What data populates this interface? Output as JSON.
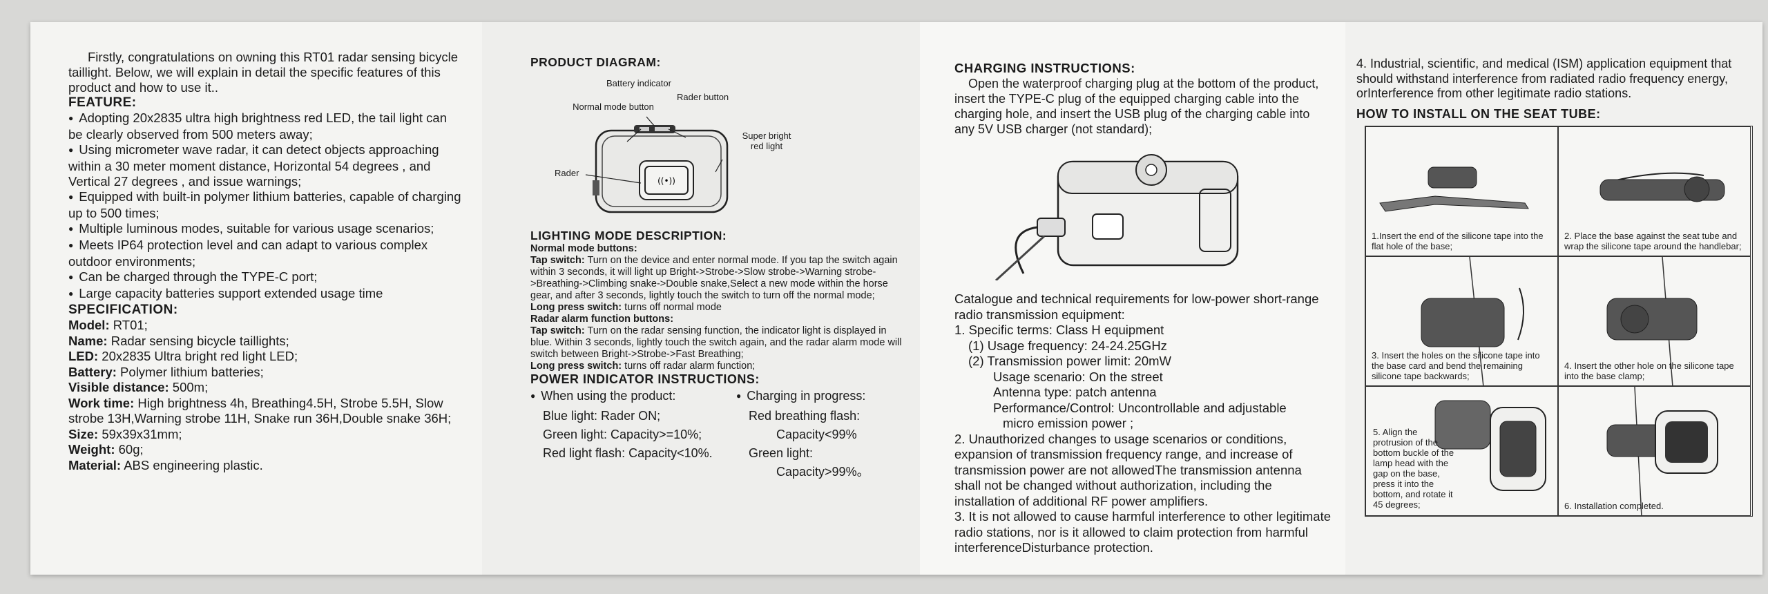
{
  "panel1": {
    "intro": "Firstly, congratulations on owning this RT01 radar sensing bicycle taillight. Below, we will explain in detail the specific features of this product and how to use it..",
    "feature_title": "FEATURE:",
    "features": [
      "Adopting 20x2835 ultra high brightness red LED, the tail light can be clearly observed from 500 meters away;",
      "Using micrometer wave radar, it can detect objects approaching within a 30 meter moment distance, Horizontal 54 degrees , and Vertical 27 degrees , and issue warnings;",
      "Equipped with built-in polymer lithium batteries, capable of charging up to 500 times;",
      "Multiple luminous modes, suitable for various usage scenarios;",
      "Meets IP64 protection level and can adapt to various complex outdoor environments;",
      "Can be charged through the TYPE-C port;",
      "Large capacity batteries support extended usage time"
    ],
    "spec_title": "SPECIFICATION:",
    "specs": [
      {
        "label": "Model:",
        "value": " RT01;"
      },
      {
        "label": "Name:",
        "value": " Radar sensing bicycle taillights;"
      },
      {
        "label": "LED:",
        "value": " 20x2835 Ultra bright red light LED;"
      },
      {
        "label": "Battery:",
        "value": " Polymer lithium batteries;"
      },
      {
        "label": "Visible distance:",
        "value": " 500m;"
      },
      {
        "label": "Work time:",
        "value": " High brightness 4h,  Breathing4.5H, Strobe 5.5H,  Slow strobe 13H,Warning strobe 11H,  Snake run 36H,Double snake 36H;"
      },
      {
        "label": "Size:",
        "value": " 59x39x31mm;"
      },
      {
        "label": "Weight:",
        "value": " 60g;"
      },
      {
        "label": "Material:",
        "value": " ABS engineering plastic."
      }
    ]
  },
  "panel2": {
    "diagram_title": "PRODUCT DIAGRAM:",
    "callouts": {
      "battery": "Battery indicator",
      "normal": "Normal mode button",
      "rader_btn": "Rader button",
      "super": "Super bright red light",
      "rader": "Rader"
    },
    "lighting_title": "LIGHTING MODE DESCRIPTION:",
    "normal_buttons": "Normal mode buttons:",
    "tap1_label": "Tap switch:",
    "tap1_text": " Turn on the device and enter normal mode. If you tap the switch again within 3 seconds, it will light up Bright->Strobe->Slow strobe->Warning strobe->Breathing->Climbing snake->Double snake,Select a new mode within the horse gear, and after 3 seconds, lightly touch the switch to turn off the normal mode;",
    "long1_label": "Long press switch:",
    "long1_text": " turns off normal mode",
    "radar_buttons": "Radar alarm function buttons:",
    "tap2_label": "Tap switch:",
    "tap2_text": " Turn on the radar sensing function, the indicator light is displayed in blue. Within 3 seconds, lightly touch the switch again, and the radar alarm mode will switch between Bright->Strobe->Fast Breathing;",
    "long2_label": "Long press switch:",
    "long2_text": " turns off radar alarm function;",
    "power_title": "POWER INDICATOR INSTRUCTIONS:",
    "col1": [
      "When using the product:",
      "Blue light:  Rader ON;",
      "Green light:  Capacity>=10%;",
      "Red light flash:  Capacity<10%."
    ],
    "col2": [
      "Charging in progress:",
      "Red breathing flash:",
      "Capacity<99%",
      "Green light:",
      "Capacity>99%。"
    ]
  },
  "panel3": {
    "charging_title": "CHARGING INSTRUCTIONS:",
    "charging_text": "Open the waterproof charging plug at the bottom of the product, insert the TYPE-C plug of the equipped charging cable into the charging hole, and insert the USB plug of the charging cable into any 5V USB charger (not standard);",
    "catalogue": "Catalogue and technical requirements for low-power short-range radio transmission equipment:",
    "items": [
      "1. Specific terms: Class H equipment",
      "(1) Usage frequency: 24-24.25GHz",
      "(2) Transmission power limit: 20mW",
      "Usage scenario: On the street",
      "Antenna type: patch antenna",
      "Performance/Control: Uncontrollable and adjustable",
      "micro emission power ;"
    ],
    "rule2": "2. Unauthorized changes to usage scenarios or conditions, expansion of transmission frequency range, and increase of transmission power are not allowedThe transmission antenna shall not be changed without authorization, including the installation of additional RF power amplifiers.",
    "rule3": "3. It is not allowed to cause harmful interference to other legitimate radio stations, nor is it allowed to claim protection from harmful interferenceDisturbance protection."
  },
  "panel4": {
    "ism": "4. Industrial, scientific, and medical (ISM) application equipment that should withstand interference from radiated radio frequency energy, orInterference from other legitimate radio stations.",
    "install_title": "HOW TO INSTALL ON THE SEAT TUBE:",
    "steps": [
      "1.Insert the end of the silicone tape into the flat hole of the base;",
      "2. Place the base against the seat tube and wrap the silicone tape around the handlebar;",
      "3. Insert the holes on the silicone tape into the base card and bend the remaining silicone tape backwards;",
      "4. Insert the other hole on the silicone tape into the base clamp;",
      "5. Align the protrusion of the bottom buckle of the lamp head with the gap on the base, press it into the bottom, and rotate it 45 degrees;",
      "6. Installation completed."
    ]
  }
}
